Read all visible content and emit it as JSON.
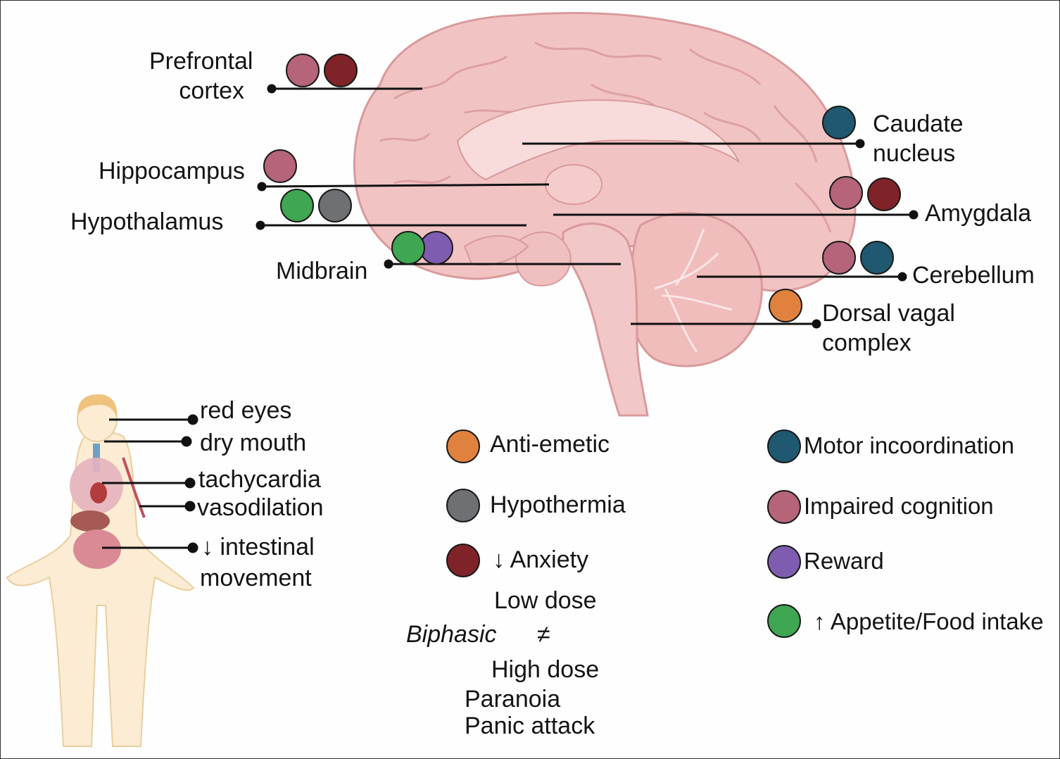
{
  "colors": {
    "anti_emetic": "#e0823e",
    "hypothermia": "#6e7073",
    "anxiety": "#7f2328",
    "motor_incoordination": "#1f5870",
    "impaired_cognition": "#b56479",
    "reward": "#7e5db0",
    "appetite": "#3fa652",
    "brain_fill": "#f2c3c3",
    "brain_outline": "#d99a9c"
  },
  "brain_regions": [
    {
      "id": "prefrontal",
      "label": [
        "Prefrontal",
        "cortex"
      ],
      "effects": [
        "impaired_cognition",
        "anxiety"
      ]
    },
    {
      "id": "hippocampus",
      "label": [
        "Hippocampus"
      ],
      "effects": [
        "impaired_cognition"
      ]
    },
    {
      "id": "hypothalamus",
      "label": [
        "Hypothalamus"
      ],
      "effects": [
        "appetite",
        "hypothermia"
      ]
    },
    {
      "id": "midbrain",
      "label": [
        "Midbrain"
      ],
      "effects": [
        "appetite",
        "reward"
      ]
    },
    {
      "id": "caudate",
      "label": [
        "Caudate",
        "nucleus"
      ],
      "effects": [
        "motor_incoordination"
      ]
    },
    {
      "id": "amygdala",
      "label": [
        "Amygdala"
      ],
      "effects": [
        "impaired_cognition",
        "anxiety"
      ]
    },
    {
      "id": "cerebellum",
      "label": [
        "Cerebellum"
      ],
      "effects": [
        "impaired_cognition",
        "motor_incoordination"
      ]
    },
    {
      "id": "dorsal_vagal",
      "label": [
        "Dorsal vagal",
        "complex"
      ],
      "effects": [
        "anti_emetic"
      ]
    }
  ],
  "body_effects": [
    "red eyes",
    "dry mouth",
    "tachycardia",
    "vasodilation",
    "↓ intestinal",
    "movement"
  ],
  "legend_left": [
    {
      "key": "anti_emetic",
      "label": "Anti-emetic"
    },
    {
      "key": "hypothermia",
      "label": "Hypothermia"
    },
    {
      "key": "anxiety",
      "label": "↓ Anxiety"
    }
  ],
  "legend_right": [
    {
      "key": "motor_incoordination",
      "label": "Motor incoordination"
    },
    {
      "key": "impaired_cognition",
      "label": "Impaired cognition"
    },
    {
      "key": "reward",
      "label": "Reward"
    },
    {
      "key": "appetite",
      "label": "↑ Appetite/Food intake"
    }
  ],
  "biphasic": {
    "title": "Biphasic",
    "low": "Low dose",
    "neq": "≠",
    "high": "High dose",
    "high_effects": [
      "Paranoia",
      "Panic attack"
    ]
  }
}
